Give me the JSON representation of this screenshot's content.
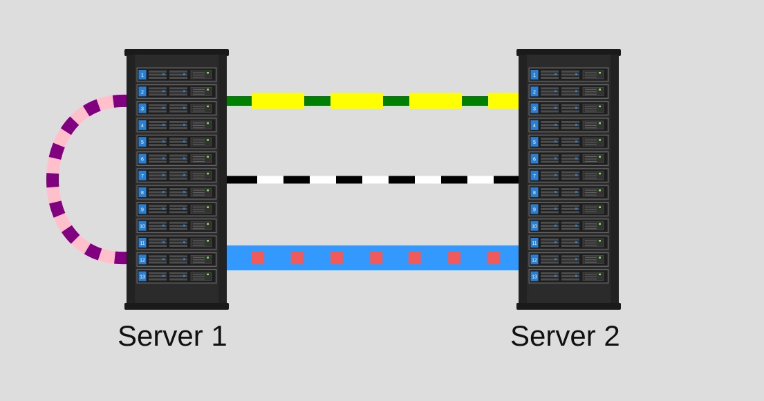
{
  "servers": [
    {
      "label": "Server 1",
      "slots": [
        "1",
        "2",
        "3",
        "4",
        "5",
        "6",
        "7",
        "8",
        "9",
        "10",
        "11",
        "12",
        "13"
      ]
    },
    {
      "label": "Server 2",
      "slots": [
        "1",
        "2",
        "3",
        "4",
        "5",
        "6",
        "7",
        "8",
        "9",
        "10",
        "11",
        "12",
        "13"
      ]
    }
  ],
  "colors": {
    "background": "#dddddd",
    "rack_body": "#2b2b2b",
    "rack_frame": "#1a1a1a",
    "unit_face": "#d4d4d4",
    "slot_badge": "#2b7fd0",
    "led": "#7be34a",
    "cable_top_a": "#008000",
    "cable_top_b": "#ffff00",
    "cable_middle_a": "#000000",
    "cable_middle_b": "#ffffff",
    "cable_bottom": "#3399ff",
    "cable_bottom_marks": "#f05a5a",
    "loop_a": "#800080",
    "loop_b": "#ffc0cb"
  },
  "connections": [
    {
      "name": "top-cable",
      "from": "Server 1 slot 2",
      "to": "Server 2 slot 2",
      "pattern": "green-yellow dashed"
    },
    {
      "name": "middle-cable",
      "from": "Server 1 slot 7",
      "to": "Server 2 slot 7",
      "pattern": "black-white dashed"
    },
    {
      "name": "bottom-cable",
      "from": "Server 1 slot 12",
      "to": "Server 2 slot 12",
      "pattern": "blue with red squares"
    },
    {
      "name": "loop-cable",
      "from": "Server 1 slot 2",
      "to": "Server 1 slot 12",
      "pattern": "purple-pink dashed"
    }
  ]
}
